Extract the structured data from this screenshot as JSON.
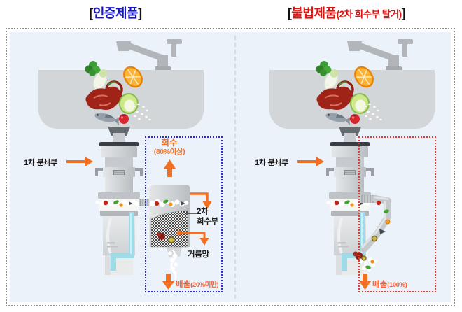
{
  "titles": {
    "left": {
      "open": "[",
      "text": "인증제품",
      "close": "]"
    },
    "right": {
      "open": "[",
      "text": "불법제품",
      "suffix": "(2차 회수부 탈거)",
      "close": "]"
    }
  },
  "left_panel": {
    "crusher_label": "1차 분쇄부",
    "recovery_label": "회수",
    "recovery_rate": "(80%이상)",
    "secondary_line1": "2차",
    "secondary_line2": "회수부",
    "strainer_label": "거름망",
    "discharge_label": "배출",
    "discharge_rate": "(20%미만)"
  },
  "right_panel": {
    "crusher_label": "1차 분쇄부",
    "discharge_label": "배출",
    "discharge_rate": "(100%)"
  },
  "colors": {
    "title_blue": "#1717c8",
    "title_red": "#e01410",
    "label_black": "#1a1a1a",
    "accent_orange": "#f26f21",
    "discharge_text": "#f2653a",
    "recovery_box_border": "#2e2ed0",
    "discharge_box_border": "#e6392b",
    "panel_background": "#ebf2f9",
    "pipe_cyan": "#9edbe6"
  },
  "illustration_icons": {
    "faucet": "faucet-icon",
    "sink": "sink-basin",
    "food_waste": "food-waste-pile",
    "disposer": "disposer-unit",
    "secondary_unit": "secondary-recovery-unit",
    "mesh": "strainer-mesh",
    "flow_arrows": "orange-arrow"
  }
}
